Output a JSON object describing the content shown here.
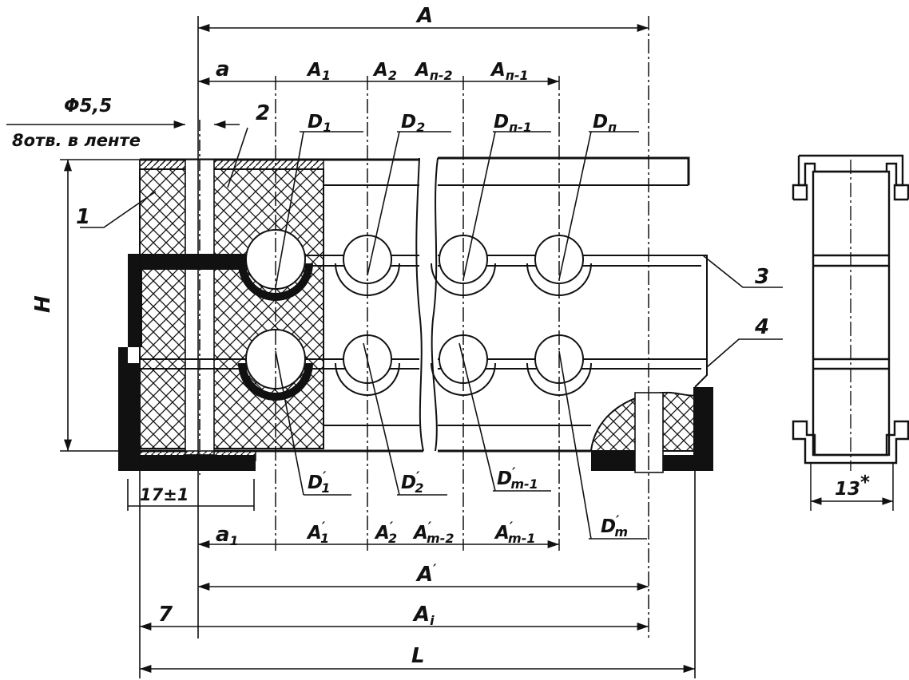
{
  "dimensions": {
    "top_total": "A",
    "pitch_first": "a",
    "pitch_1": "A",
    "pitch_1_sub": "1",
    "pitch_2": "A",
    "pitch_2_sub": "2",
    "pitch_n2": "A",
    "pitch_n2_sub": "п-2",
    "pitch_n1": "A",
    "pitch_n1_sub": "п-1",
    "bottom_first": "a",
    "bottom_first_sub": "1",
    "bp_1": "A",
    "bp_1_sub": "1",
    "bp_2": "A",
    "bp_2_sub": "2",
    "bp_m2": "A",
    "bp_m2_sub": "m-2",
    "bp_m1": "A",
    "bp_m1_sub": "m-1",
    "bottom_total_prime": "A",
    "bottom_total_i": "A",
    "bottom_total_i_sub": "i",
    "overall": "L",
    "offset": "7",
    "base_width": "17±1",
    "height": "H",
    "side_width": "13",
    "side_width_mark": "*",
    "hole_dia": "Φ5,5",
    "hole_note": "8отв. в ленте"
  },
  "hole_labels": {
    "top": [
      {
        "text": "D",
        "sub": "1"
      },
      {
        "text": "D",
        "sub": "2"
      },
      {
        "text": "D",
        "sub": "п-1"
      },
      {
        "text": "D",
        "sub": "п"
      }
    ],
    "bottom": [
      {
        "text": "D",
        "sub": "1"
      },
      {
        "text": "D",
        "sub": "2"
      },
      {
        "text": "D",
        "sub": "m-1"
      },
      {
        "text": "D",
        "sub": "m"
      }
    ]
  },
  "callouts": [
    "1",
    "2",
    "3",
    "4"
  ],
  "prime_mark": "′"
}
